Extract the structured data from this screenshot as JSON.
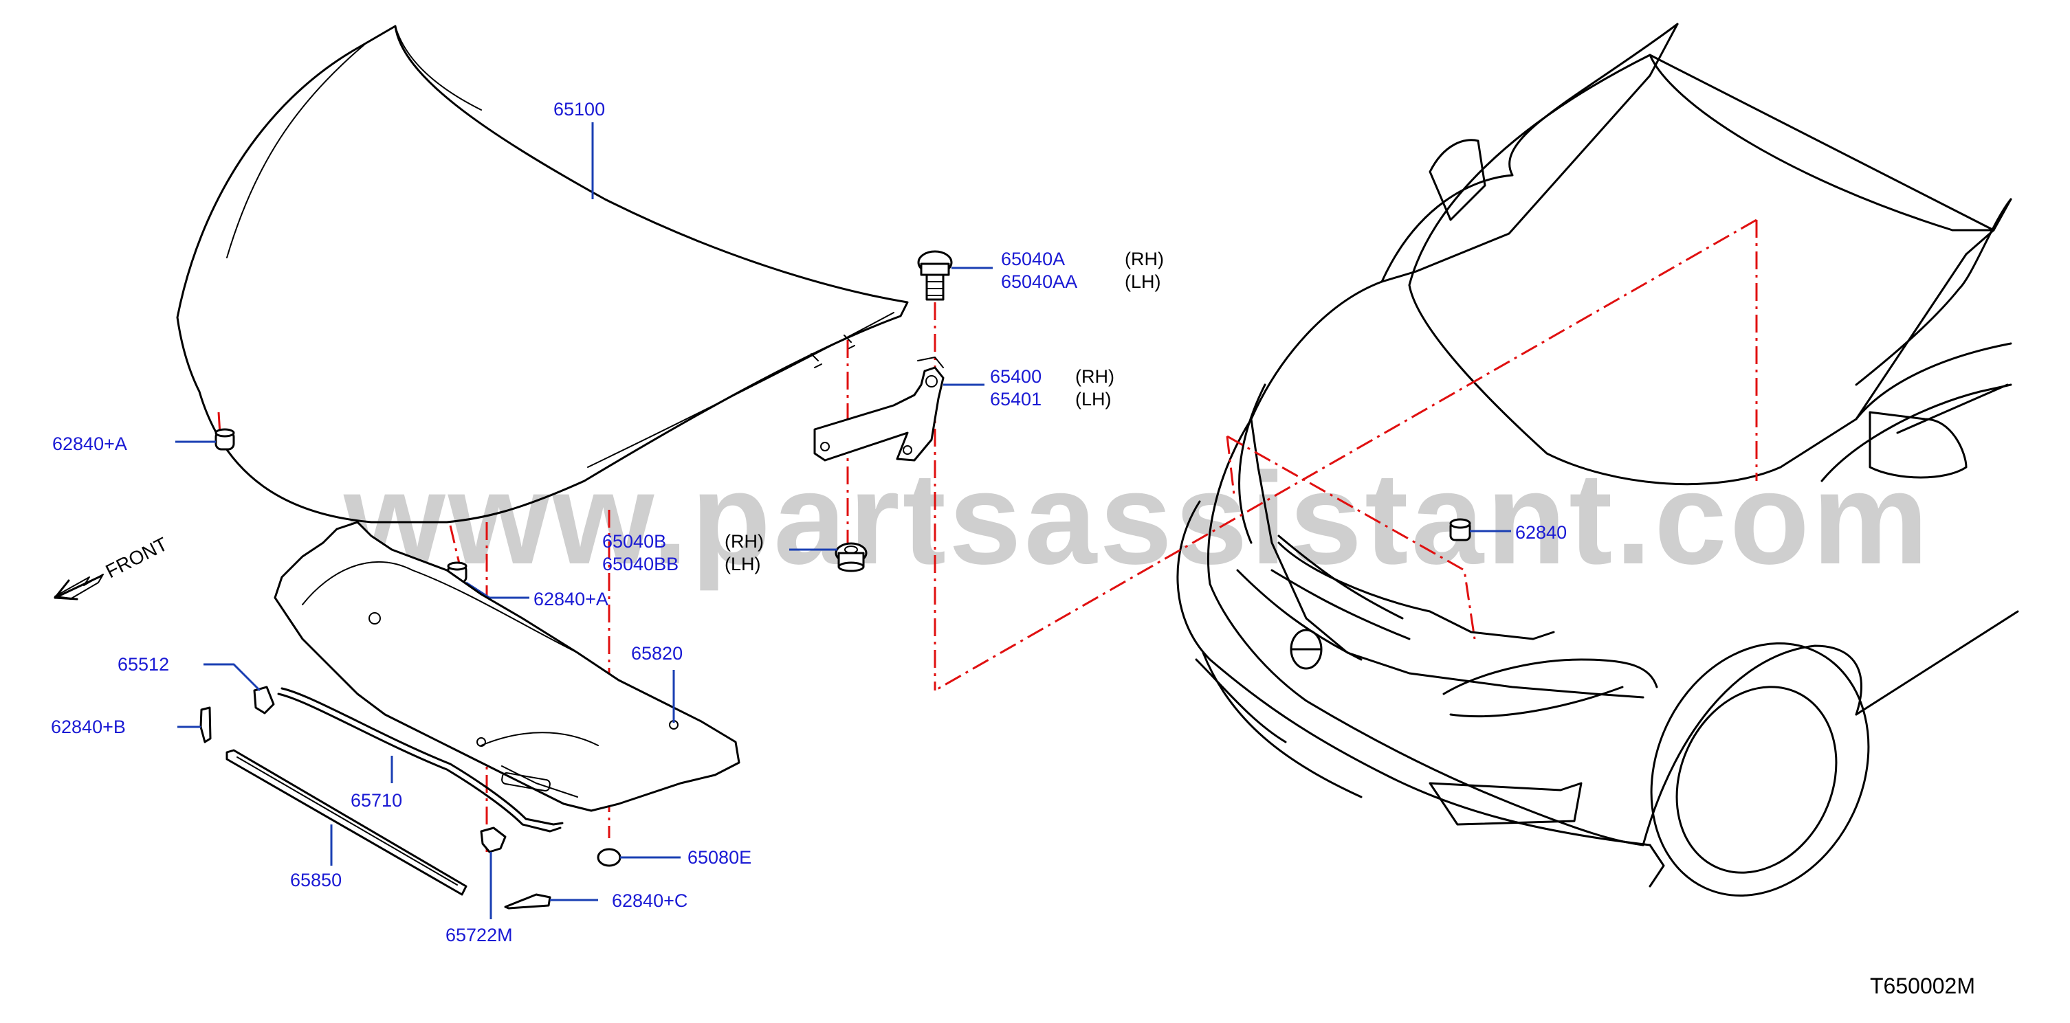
{
  "colors": {
    "label": "#1a1ad4",
    "leader": "#1a3fb3",
    "dash": "#e01010",
    "watermark": "#cfcfcf",
    "side": "#000000"
  },
  "watermark": "www.partsassistant.com",
  "drawing_number": "T650002M",
  "front_indicator": "FRONT",
  "parts": {
    "p65100": "65100",
    "p62840_A_left": "62840+A",
    "p62840_A_mid": "62840+A",
    "p65040A": "65040A",
    "p65040AA": "65040AA",
    "p65400": "65400",
    "p65401": "65401",
    "p65040B": "65040B",
    "p65040BB": "65040BB",
    "p62840_car": "62840",
    "p65820": "65820",
    "p65512": "65512",
    "p62840_B": "62840+B",
    "p65710": "65710",
    "p65850": "65850",
    "p65080E": "65080E",
    "p62840_C": "62840+C",
    "p65722M": "65722M"
  },
  "sides": {
    "rh_1": "(RH)",
    "lh_1": "(LH)",
    "rh_2": "(RH)",
    "lh_2": "(LH)",
    "rh_3": "(RH)",
    "lh_3": "(LH)"
  },
  "icons": [
    "front-arrow-icon",
    "bumper-stop-icon",
    "bolt-icon",
    "grommet-icon",
    "clip-icon"
  ]
}
